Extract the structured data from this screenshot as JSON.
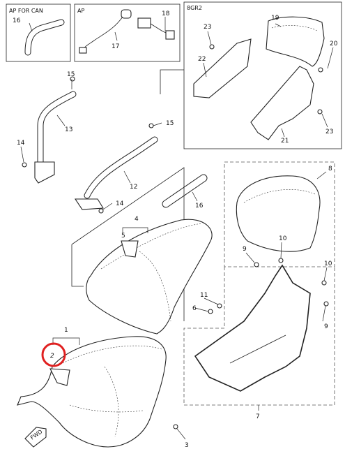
{
  "boxes": {
    "ap_for_can": "AP FOR CAN",
    "ap": "AP",
    "variant": "8GR2"
  },
  "fwd_label": "FWD",
  "parts": {
    "p1": "1",
    "p2": "2",
    "p3": "3",
    "p4": "4",
    "p5": "5",
    "p6": "6",
    "p7": "7",
    "p8": "8",
    "p9a": "9",
    "p9b": "9",
    "p10a": "10",
    "p10b": "10",
    "p11": "11",
    "p12": "12",
    "p13": "13",
    "p14a": "14",
    "p14b": "14",
    "p15a": "15",
    "p15b": "15",
    "p16a": "16",
    "p16b": "16",
    "p17": "17",
    "p18": "18",
    "p19": "19",
    "p20": "20",
    "p21": "21",
    "p22": "22",
    "p23a": "23",
    "p23b": "23"
  },
  "highlight": {
    "part": "2",
    "color": "#e02020"
  }
}
